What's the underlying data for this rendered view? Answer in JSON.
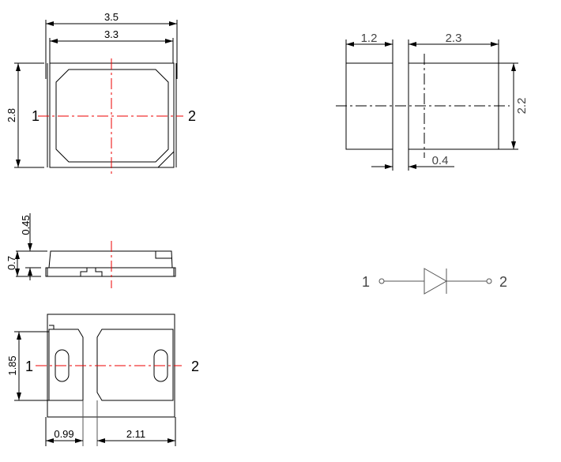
{
  "top_view": {
    "dim_width_outer": "3.5",
    "dim_width_inner": "3.3",
    "dim_height": "2.8",
    "pin1": "1",
    "pin2": "2"
  },
  "side_view": {
    "dim_lens_height": "0.45",
    "dim_total_height": "0.7"
  },
  "bottom_view": {
    "dim_pad_height": "1.85",
    "dim_pad1_width": "0.99",
    "dim_pad2_width": "2.11",
    "pin1": "1",
    "pin2": "2"
  },
  "land_pattern": {
    "dim_pad1_width": "1.2",
    "dim_pad2_width": "2.3",
    "dim_pad_height": "2.2",
    "dim_gap": "0.4"
  },
  "schematic": {
    "pin1": "1",
    "pin2": "2"
  }
}
